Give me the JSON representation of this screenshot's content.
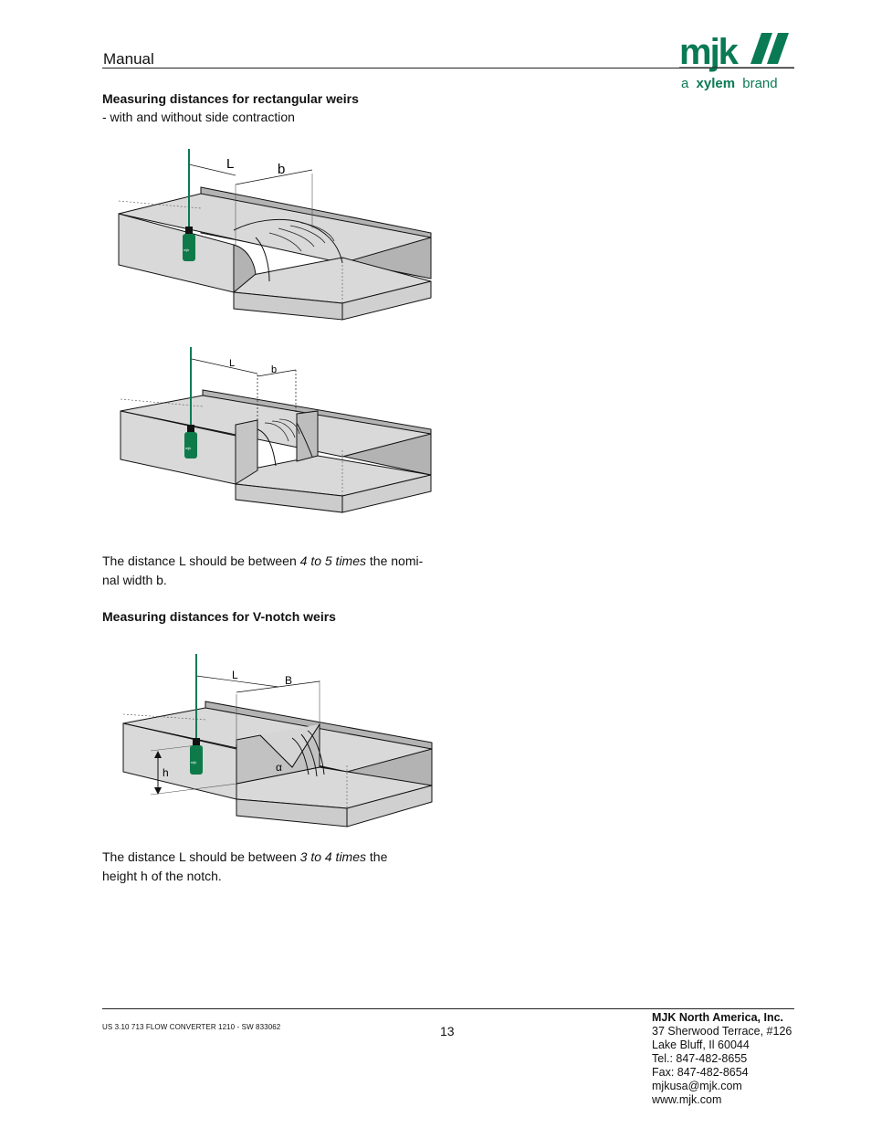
{
  "header": {
    "title": "Manual",
    "logo_text": "mjk",
    "logo_tagline_a": "a",
    "logo_tagline_brand_name": "xylem",
    "logo_tagline_suffix": "brand"
  },
  "section_rect": {
    "heading": "Measuring distances for rectangular weirs",
    "subheading": "- with and without side contraction",
    "figure1_labels": {
      "L": "L",
      "b": "b",
      "device": "mjk"
    },
    "figure2_labels": {
      "L": "L",
      "b": "b",
      "device": "mjk"
    },
    "text_before": "The distance L should be between ",
    "text_emphasis": "4 to 5 times",
    "text_after": " the nomi-",
    "text_line2": "nal width b."
  },
  "section_v": {
    "heading": "Measuring distances for V-notch weirs",
    "figure_labels": {
      "L": "L",
      "B": "B",
      "h": "h",
      "alpha": "α",
      "device": "mjk"
    },
    "text_before": "The distance L should be between ",
    "text_emphasis": "3 to 4 times",
    "text_after": " the",
    "text_line2": "height h of the notch."
  },
  "footer": {
    "doc_code": "US 3.10 713 FLOW CONVERTER 1210 - SW 833062",
    "page_number": "13",
    "company": "MJK North America, Inc.",
    "address1": "37 Sherwood Terrace, #126",
    "address2": "Lake Bluff, Il 60044",
    "tel": "Tel.: 847-482-8655",
    "fax": "Fax: 847-482-8654",
    "email": "mjkusa@mjk.com",
    "web": "www.mjk.com"
  },
  "colors": {
    "brand_green": "#0a7a55",
    "channel_light": "#d9d9d9",
    "channel_dark": "#b3b3b3",
    "sensor_green": "#0e7a4a"
  }
}
